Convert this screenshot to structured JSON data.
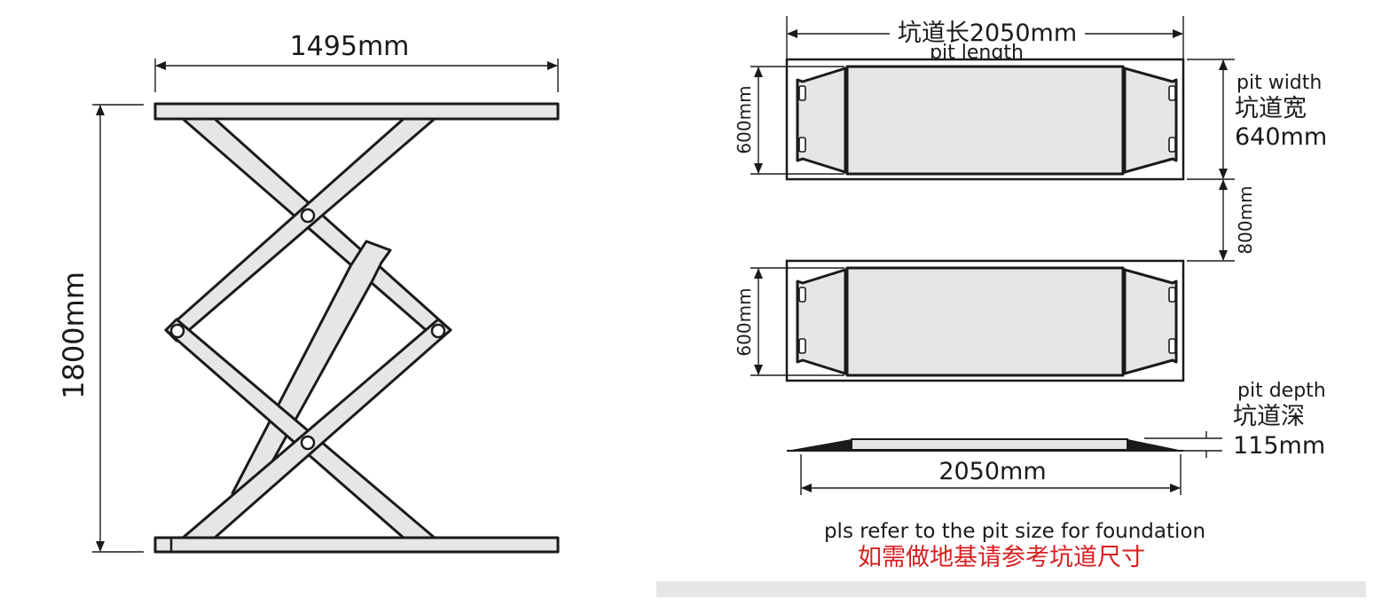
{
  "side_view": {
    "width_label": "1495mm",
    "height_label": "1800mm"
  },
  "top_view": {
    "pit_length_cn": "坑道长2050mm",
    "pit_length_en": "pit length",
    "pit_width_en": "pit width",
    "pit_width_cn": "坑道宽",
    "pit_width_value": "640mm",
    "platform_width_upper": "600mm",
    "platform_width_lower": "600mm",
    "pit_gap": "800mm"
  },
  "section_view": {
    "pit_depth_en": "pit depth",
    "pit_depth_cn": "坑道深",
    "pit_depth_value": "115mm",
    "ramp_length": "2050mm"
  },
  "notes": {
    "english": "pls refer to the pit size for foundation",
    "chinese": "如需做地基请参考坑道尺寸",
    "chinese_color": "#d81e1e"
  }
}
